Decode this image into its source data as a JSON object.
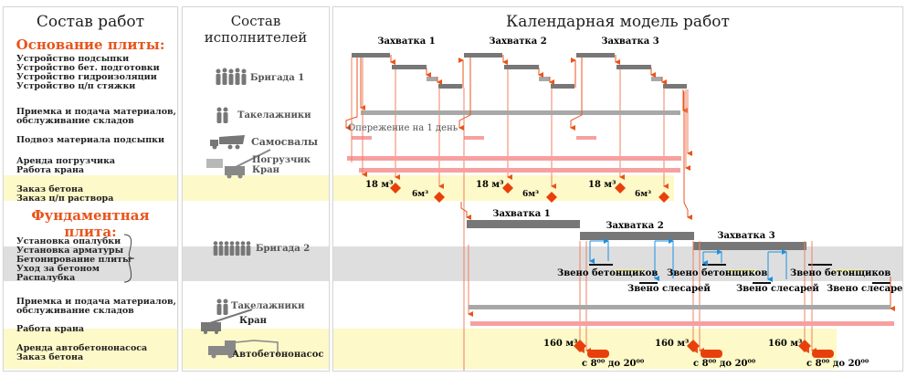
{
  "works": {
    "title": "Состав работ",
    "section1": "Основание плиты:",
    "section1_items": [
      "Устройство подсыпки",
      "Устройство бет. подготовки",
      "Устройство гидроизоляции",
      "Устройство ц/п стяжки"
    ],
    "materials1": "Приемка и подача материалов,\nобслуживание складов",
    "delivery": "Подвоз материала подсыпки",
    "rent1": "Аренда погрузчика\nРабота крана",
    "order1": "Заказ бетона\nЗаказ ц/п раствора",
    "section2": "Фундаментная плита:",
    "section2_items": [
      "Установка опалубки",
      "Установка арматуры",
      "Бетонирование плиты",
      "Уход за бетоном",
      "Распалубка"
    ],
    "materials2": "Приемка и подача материалов,\nобслуживание складов",
    "crane2": "Работа крана",
    "order2": "Аренда автобетононасоса\nЗаказ бетона"
  },
  "executors": {
    "title": "Состав исполнителей",
    "items": [
      {
        "label": "Бригада 1",
        "icon": "workers-group-icon"
      },
      {
        "label": "Такелажники",
        "icon": "riggers-icon"
      },
      {
        "label": "Самосвалы",
        "icon": "dump-truck-icon"
      },
      {
        "label": "Погрузчик\nКран",
        "icon": "crane-loader-icon"
      },
      {
        "label": "Бригада 2",
        "icon": "workers-group-icon"
      },
      {
        "label": "Такелажники",
        "icon": "riggers-icon"
      },
      {
        "label": "Кран",
        "icon": "crane-icon"
      },
      {
        "label": "Автобетононасос",
        "icon": "concrete-pump-icon"
      }
    ]
  },
  "calendar": {
    "title": "Календарная модель работ",
    "stage_labels_top": [
      "Захватка 1",
      "Захватка 2",
      "Захватка 3"
    ],
    "lead_note": "Опережение на 1 день",
    "concrete_18": "18 м³",
    "mortar_6": "6м³",
    "stage_labels_bottom": [
      "Захватка 1",
      "Захватка 2",
      "Захватка 3"
    ],
    "concreters": "Звено бетонщиков",
    "fitters": "Звено слесарей",
    "pump_volume": "160 м³",
    "pump_time": "с 8⁰⁰ до 20⁰⁰"
  },
  "colors": {
    "accent": "#e8541c",
    "link_line": "#f08060",
    "bar_dark": "#777777",
    "bar_light": "#a8a8a8",
    "bar_pink": "#f7a0a0",
    "milestone": "#e8400c",
    "blue_link": "#1e90e0",
    "band_yellow": "#fdf9c8",
    "band_grey": "#dedede"
  }
}
